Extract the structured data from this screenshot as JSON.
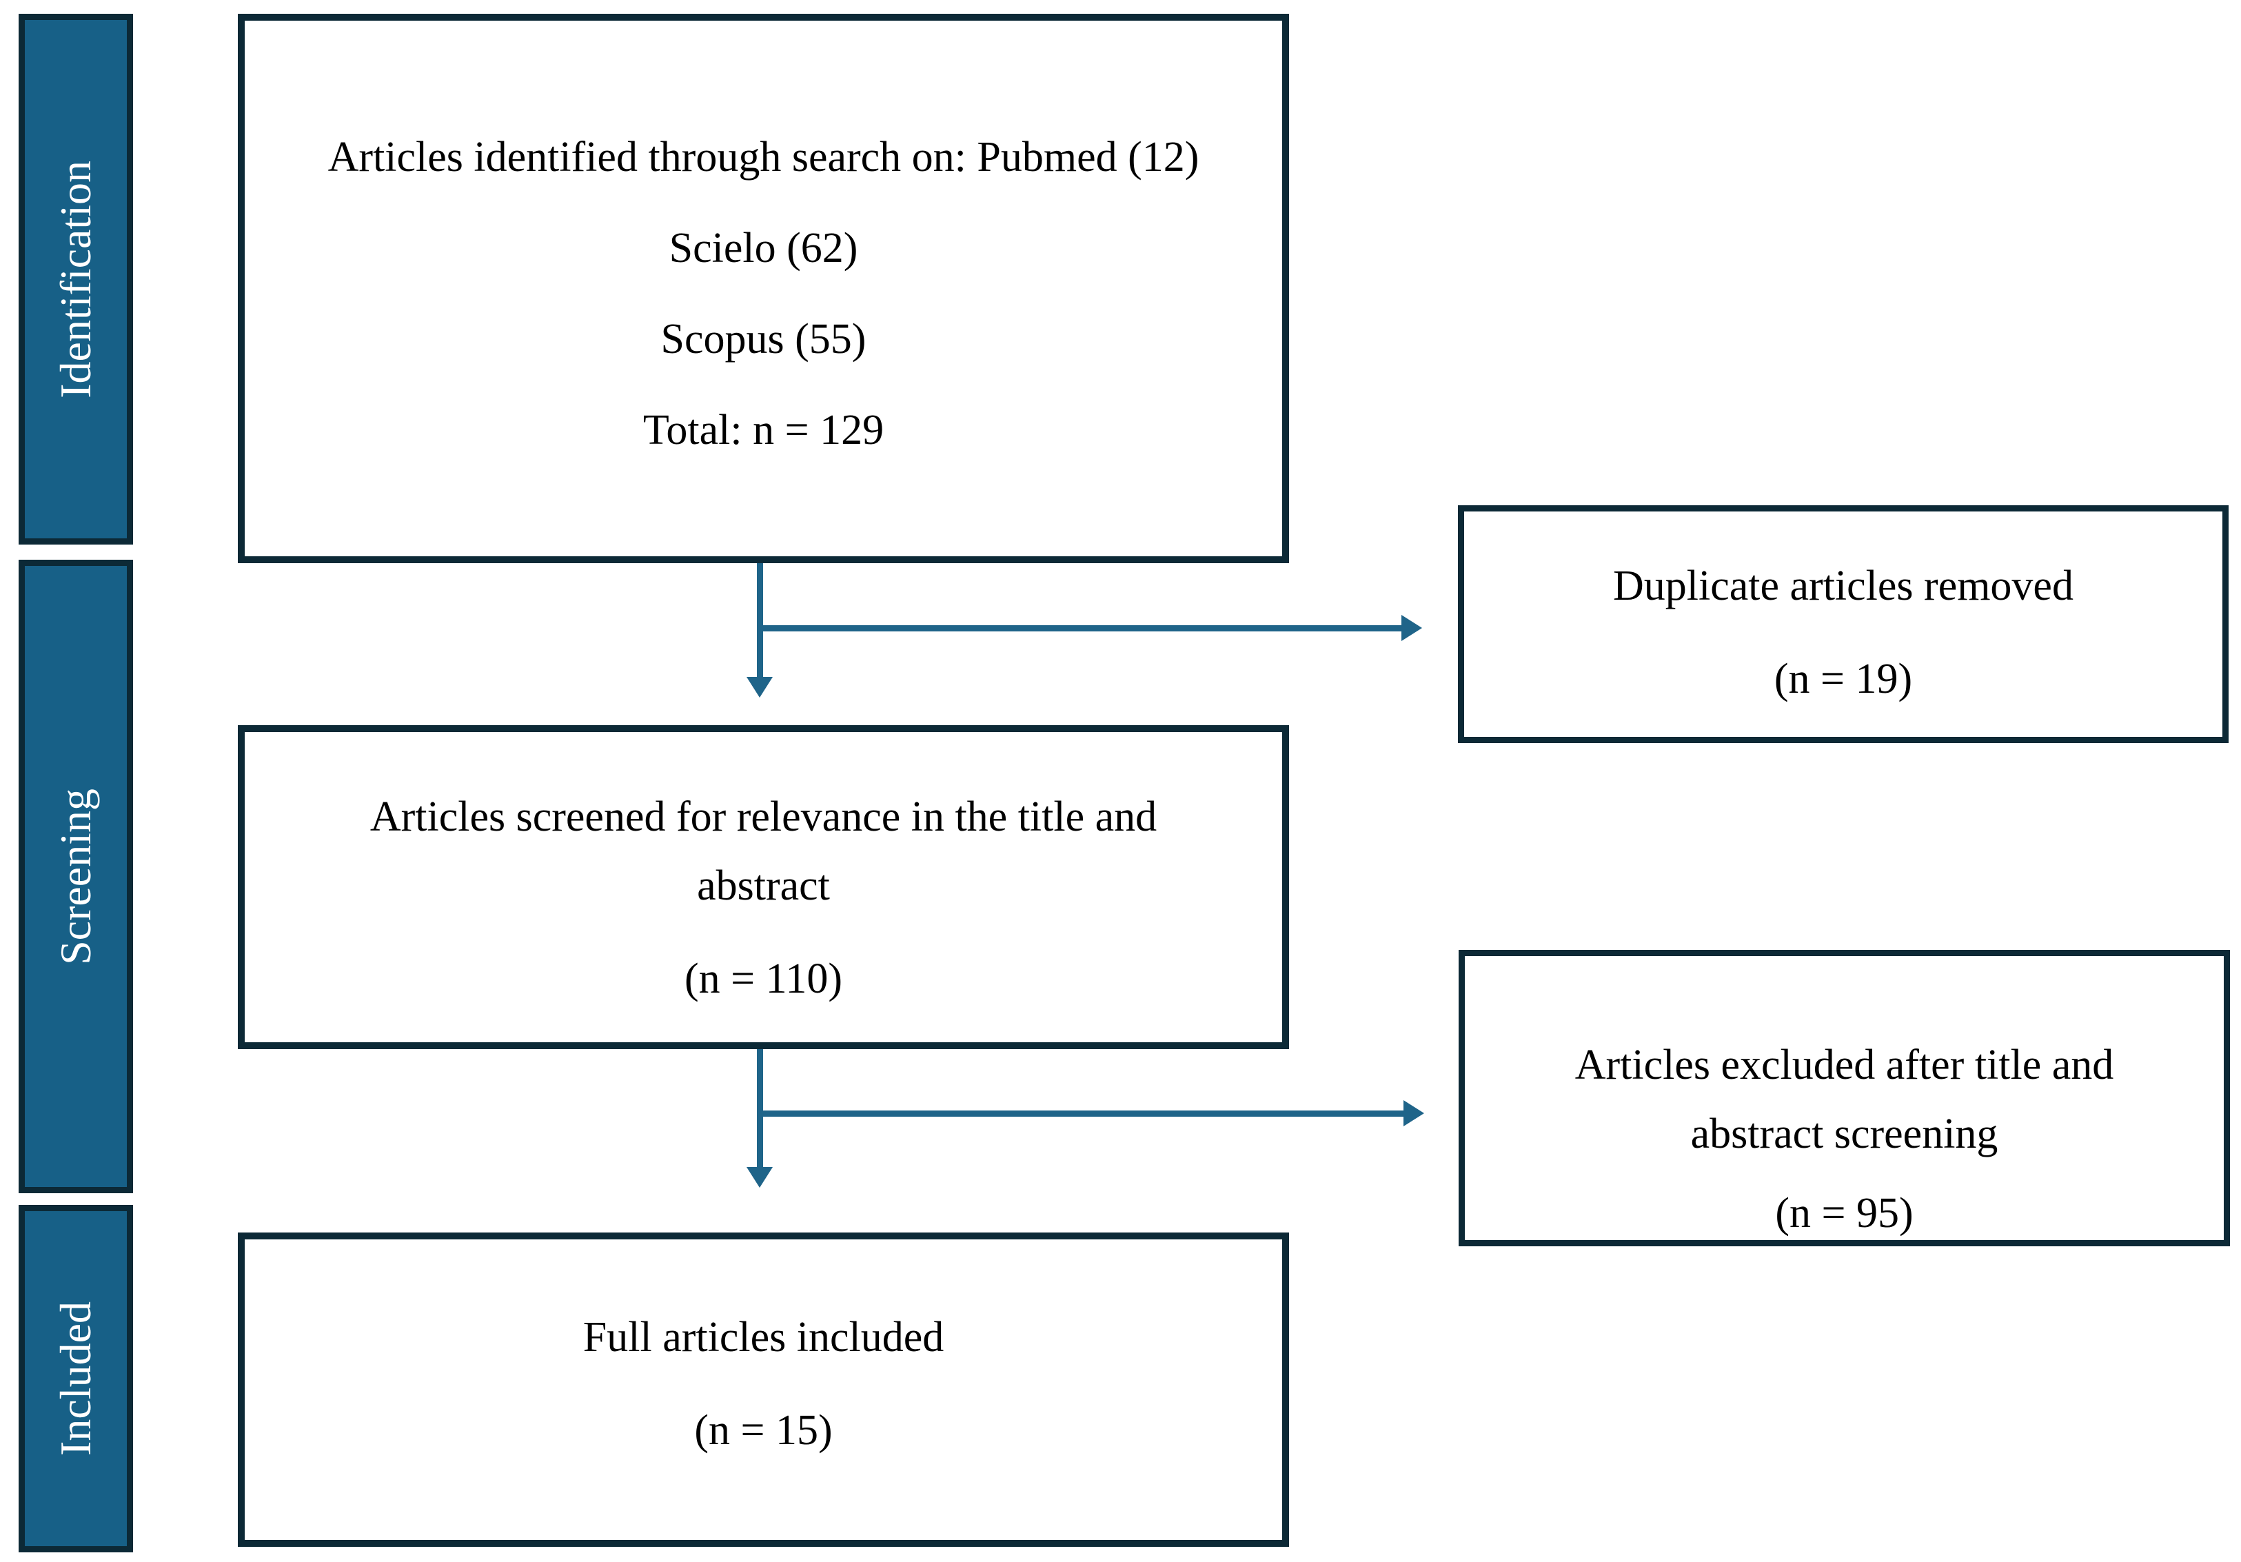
{
  "colors": {
    "border-navy": "#0c2936",
    "sidebar-fill": "#176087",
    "arrow-teal": "#1f6489",
    "box-background": "#ffffff",
    "text": "#000000"
  },
  "sidebar": {
    "identification_label": "Identification",
    "screening_label": "Screening",
    "included_label": "Included"
  },
  "flow": {
    "identified": {
      "lines": [
        "Articles identified through search on: Pubmed (12)",
        "Scielo (62)",
        "Scopus (55)",
        "Total: n = 129"
      ]
    },
    "screened": {
      "lines": [
        "Articles screened for relevance in the title and",
        "abstract"
      ],
      "count": "(n = 110)"
    },
    "full_included": {
      "lines": [
        "Full articles included"
      ],
      "count": "(n = 15)"
    },
    "duplicates_removed": {
      "lines": [
        "Duplicate articles removed"
      ],
      "count": "(n = 19)"
    },
    "excluded": {
      "lines": [
        "Articles excluded after title and",
        "abstract screening"
      ],
      "count": "(n = 95)"
    }
  }
}
